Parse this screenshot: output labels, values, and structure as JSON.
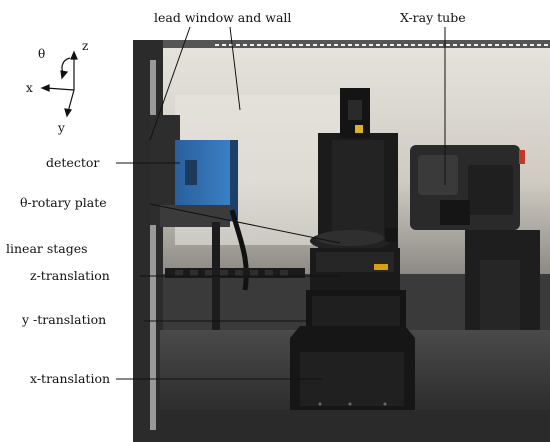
{
  "labels": {
    "lead_window_and_wall": "lead window and wall",
    "xray_tube": "X-ray tube",
    "detector": "detector",
    "theta_rotary_plate": "θ-rotary plate",
    "linear_stages": "linear stages",
    "z_translation": "z-translation",
    "y_translation": "y -translation",
    "x_translation": "x-translation"
  },
  "axes": {
    "theta": "θ",
    "z": "z",
    "x": "x",
    "y": "y"
  },
  "colors": {
    "photo_background": "#3a3a3a",
    "wall": "#d9d6d0",
    "detector_blue": "#2f6fb3",
    "stage_black": "#1c1c1c",
    "leader_line": "#111111"
  }
}
